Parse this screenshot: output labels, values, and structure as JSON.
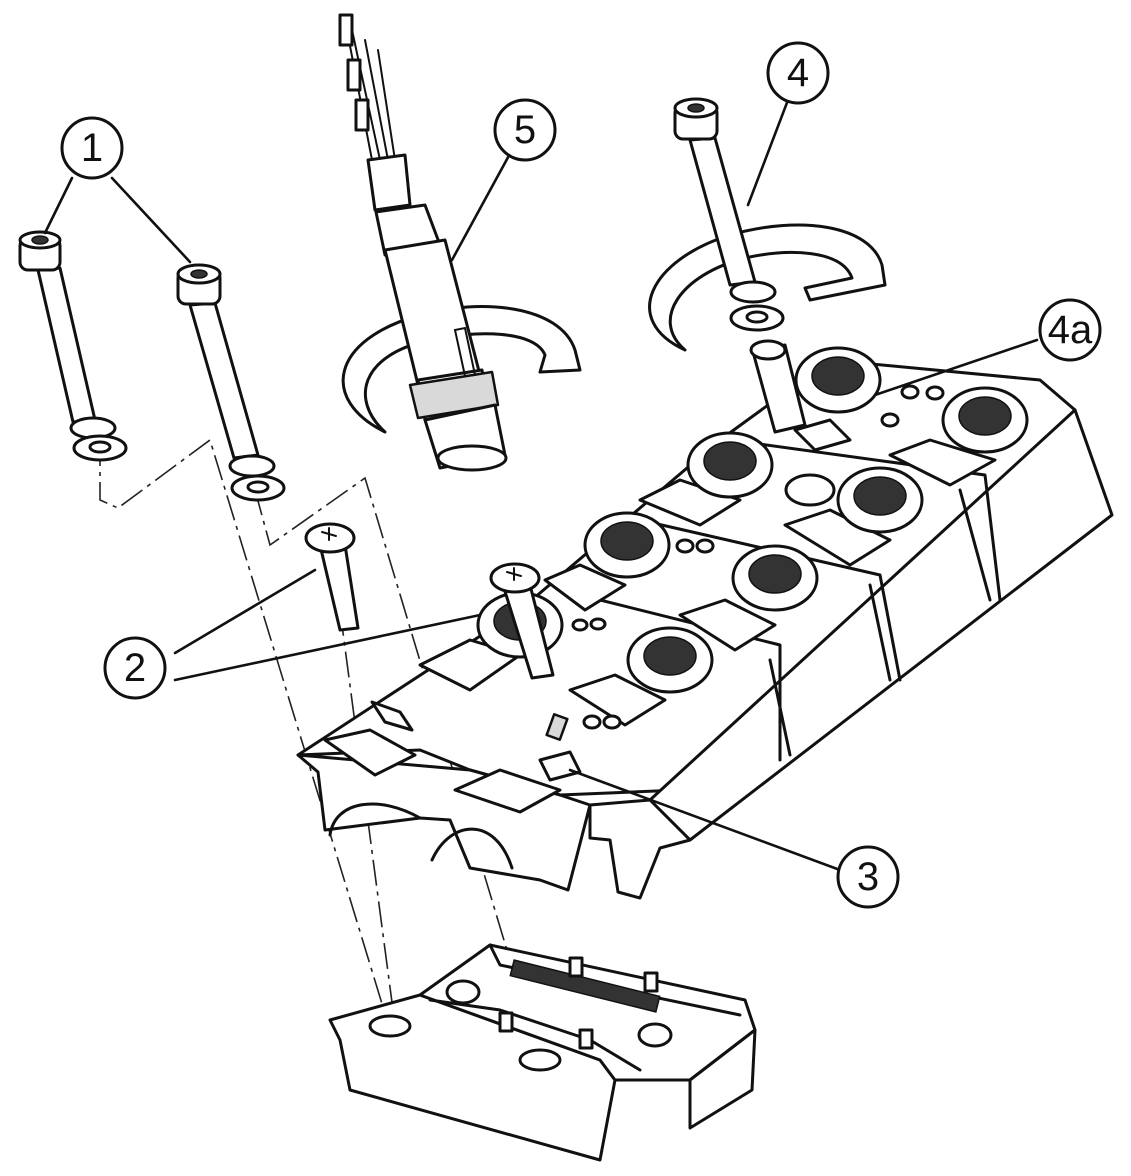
{
  "callouts": {
    "c1": "1",
    "c2": "2",
    "c3": "3",
    "c4": "4",
    "c4a": "4a",
    "c5": "5"
  },
  "colors": {
    "line": "#111111",
    "background": "#ffffff"
  }
}
